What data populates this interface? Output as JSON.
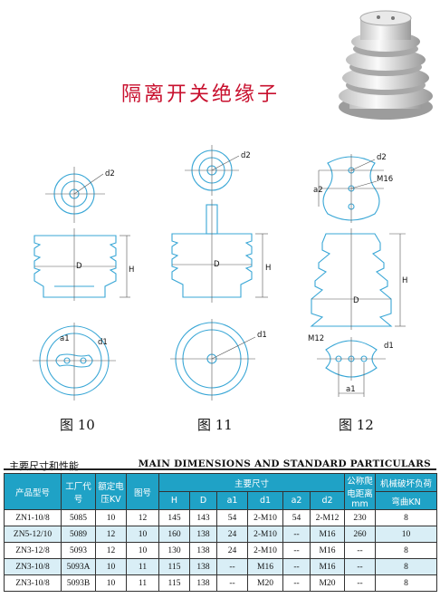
{
  "title": "隔离开关绝缘子",
  "figures": {
    "fig10": {
      "label": "图 10",
      "d2": "d2",
      "D": "D",
      "H": "H",
      "a1": "a1",
      "d1": "d1"
    },
    "fig11": {
      "label": "图 11",
      "d2": "d2",
      "D": "D",
      "H": "H",
      "d1": "d1"
    },
    "fig12": {
      "label": "图 12",
      "d2": "d2",
      "M16": "M16",
      "a2": "a2",
      "H": "H",
      "D": "D",
      "M12": "M12",
      "d1": "d1",
      "a1": "a1"
    }
  },
  "section": {
    "title_cn": "主要尺寸和性能",
    "title_en": "MAIN DIMENSIONS AND STANDARD PARTICULARS"
  },
  "table": {
    "h_model": "产品型号",
    "h_code": "工厂代号",
    "h_voltage": "额定电压KV",
    "h_fig": "图号",
    "h_dims": "主要尺寸",
    "h_creep": "公称爬电距离mm",
    "h_load": "机械破坏负荷",
    "h_load_sub": "弯曲KN",
    "dim_cols": [
      "H",
      "D",
      "a1",
      "d1",
      "a2",
      "d2"
    ],
    "rows": [
      [
        "ZN1-10/8",
        "5085",
        "10",
        "12",
        "145",
        "143",
        "54",
        "2-M10",
        "54",
        "2-M12",
        "230",
        "8"
      ],
      [
        "ZN5-12/10",
        "5089",
        "12",
        "10",
        "160",
        "138",
        "24",
        "2-M10",
        "--",
        "M16",
        "260",
        "10"
      ],
      [
        "ZN3-12/8",
        "5093",
        "12",
        "10",
        "130",
        "138",
        "24",
        "2-M10",
        "--",
        "M16",
        "--",
        "8"
      ],
      [
        "ZN3-10/8",
        "5093A",
        "10",
        "11",
        "115",
        "138",
        "--",
        "M16",
        "--",
        "M16",
        "--",
        "8"
      ],
      [
        "ZN3-10/8",
        "5093B",
        "10",
        "11",
        "115",
        "138",
        "--",
        "M20",
        "--",
        "M20",
        "--",
        "8"
      ]
    ]
  }
}
